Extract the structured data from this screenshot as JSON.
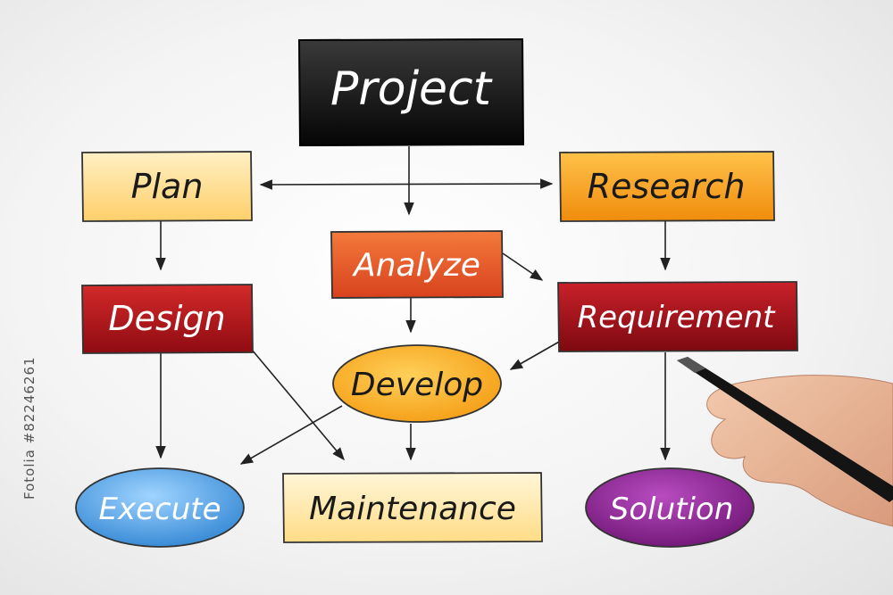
{
  "nodes": {
    "project": "Project",
    "plan": "Plan",
    "research": "Research",
    "analyze": "Analyze",
    "design": "Design",
    "requirement": "Requirement",
    "develop": "Develop",
    "execute": "Execute",
    "maintenance": "Maintenance",
    "solution": "Solution"
  },
  "colors": {
    "project": "#1a1a1a",
    "plan": "#ffd98a",
    "research": "#f7a21e",
    "analyze": "#e8582c",
    "design": "#b3151c",
    "requirement": "#a8121a",
    "develop": "#f8a81c",
    "execute": "#3d9be0",
    "maintenance": "#ffe7a8",
    "solution": "#8a1f8e"
  },
  "watermark": "Fotolia #82246261"
}
